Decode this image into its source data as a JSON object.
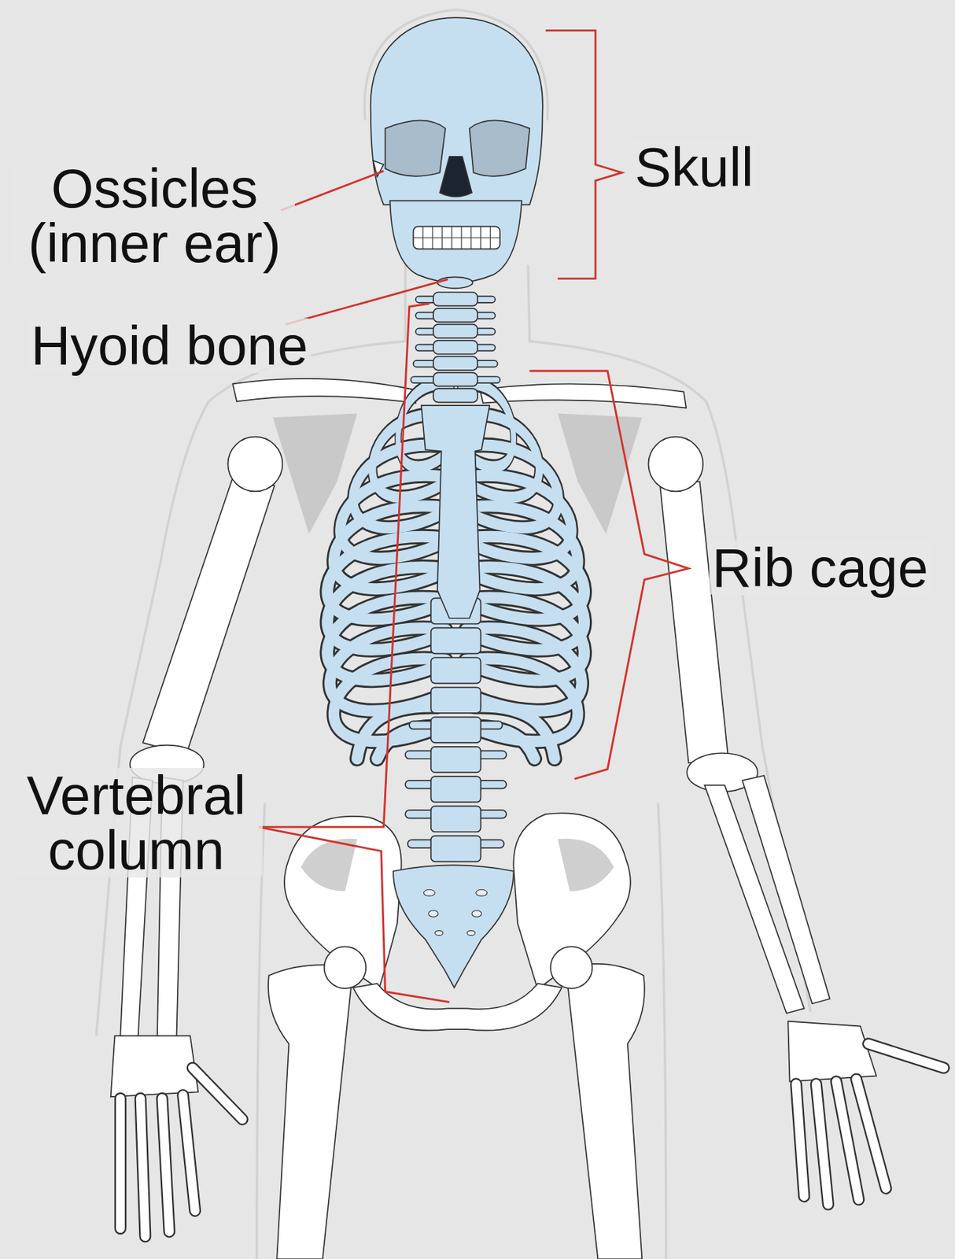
{
  "diagram": {
    "labels": [
      "Ossicles (inner ear)",
      "Skull",
      "Hyoid bone",
      "Rib cage",
      "Vertebral column"
    ]
  }
}
